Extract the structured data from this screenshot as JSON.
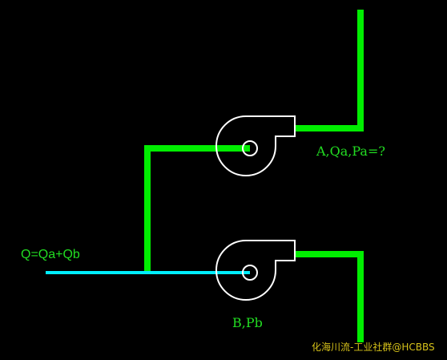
{
  "labels": {
    "fan_a": "A,Qa,Pa=?",
    "fan_b": "B,Pb",
    "total_flow": "Q=Qa+Qb"
  },
  "watermark": "化海川流-工业社群@HCBBS",
  "colors": {
    "background": "#000000",
    "duct": "#00ee00",
    "inlet_pipe": "#00eeff",
    "fan_outline": "#ffffff",
    "label_text": "#22dd22",
    "watermark_text": "#d6c21a"
  }
}
